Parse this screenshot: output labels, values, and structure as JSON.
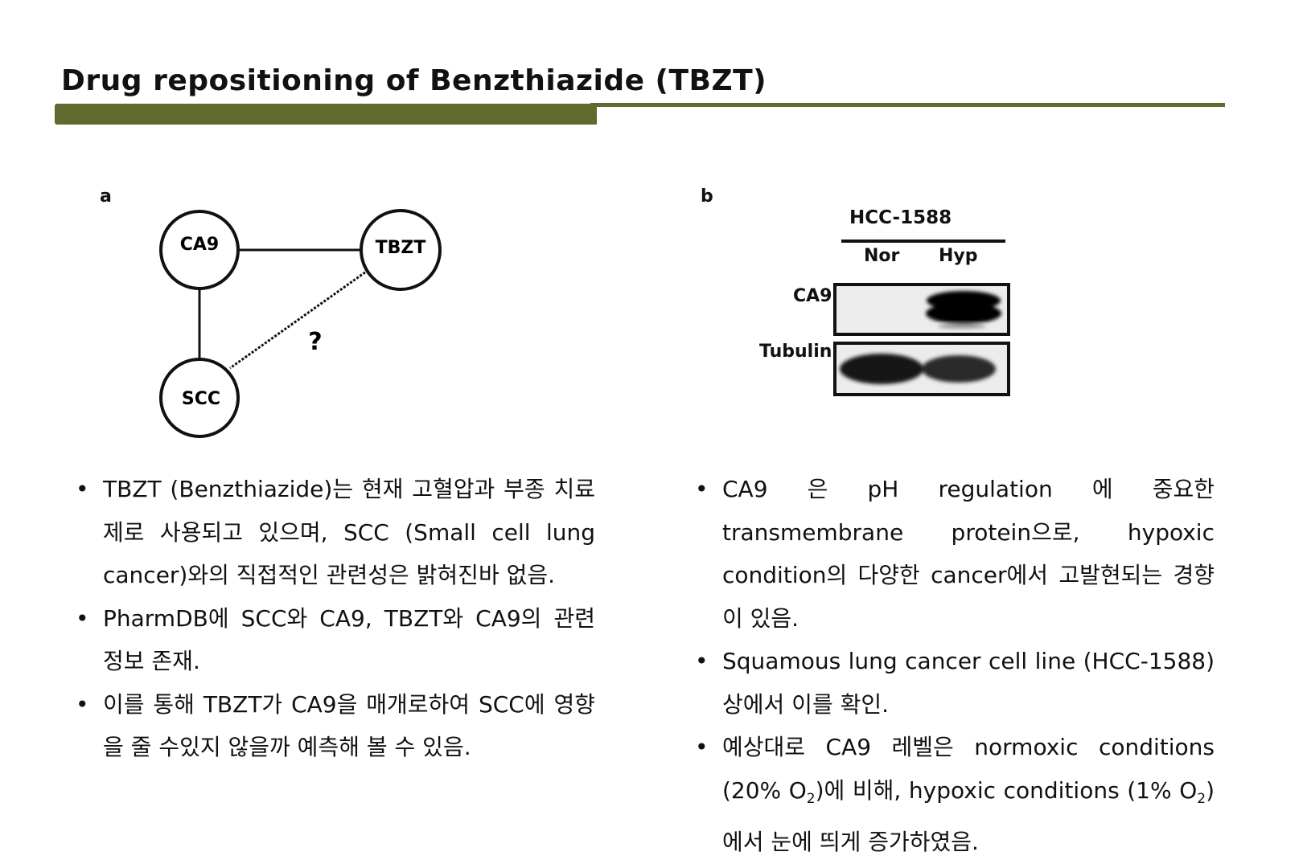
{
  "title": "Drug repositioning of Benzthiazide (TBZT)",
  "panel_a": {
    "label": "a",
    "nodes": {
      "ca9": "CA9",
      "tbzt": "TBZT",
      "scc": "SCC"
    },
    "question": "?"
  },
  "panel_b": {
    "label": "b",
    "cell_line": "HCC-1588",
    "lanes": {
      "nor": "Nor",
      "hyp": "Hyp"
    },
    "rows": {
      "ca9": "CA9",
      "tubulin": "Tubulin"
    }
  },
  "left_bullets": [
    "TBZT (Benzthiazide)는 현재 고혈압과 부종 치료제로 사용되고 있으며, SCC (Small cell lung cancer)와의 직접적인 관련성은 밝혀진바 없음.",
    "PharmDB에 SCC와 CA9, TBZT와 CA9의 관련 정보 존재.",
    "이를 통해 TBZT가 CA9을 매개로하여 SCC에 영향을 줄 수있지 않을까 예측해 볼 수 있음."
  ],
  "right_bullets": {
    "b1": "CA9 은 pH regulation 에 중요한 transmembrane protein으로, hypoxic condition의 다양한 cancer에서 고발현되는 경향이 있음.",
    "b2": "Squamous lung cancer cell line (HCC-1588) 상에서 이를 확인.",
    "b3": {
      "p1": "예상대로 CA9 레벨은 normoxic conditions (20% O",
      "sub": "2",
      "p2": ")에 비해, hypoxic conditions (1% O",
      "p3": ")에서 눈에 띄게 증가하였음."
    }
  }
}
